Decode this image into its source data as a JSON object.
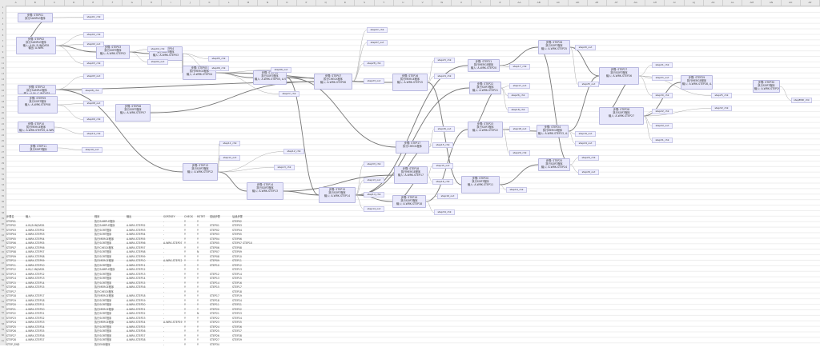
{
  "column_headers": [
    "A",
    "B",
    "C",
    "D",
    "E",
    "F",
    "G",
    "H",
    "I",
    "J",
    "K",
    "L",
    "M",
    "N",
    "O",
    "P",
    "Q",
    "R",
    "S",
    "T",
    "U",
    "V",
    "W",
    "X",
    "Y",
    "Z",
    "AA",
    "AB",
    "AC",
    "AD",
    "AE",
    "AF",
    "AG",
    "AH",
    "AI",
    "AJ",
    "AK",
    "AL",
    "AM",
    "AN",
    "AO",
    "AP"
  ],
  "nodes": [
    {
      "id": "s001",
      "lines": [
        "步骤: STEP01",
        "执行SAMPLE程序"
      ]
    },
    {
      "id": "s002",
      "lines": [
        "步骤: STEP02",
        "执行SAMPLE程序",
        "输入: A.IN, B.IN/DATA",
        "输出: A.WRK"
      ]
    },
    {
      "id": "s003",
      "lines": [
        "步骤: STEP03",
        "执行SORT程序",
        "输入: A.WRK.STEP02"
      ]
    },
    {
      "id": "s004",
      "lines": [
        "步骤: STEP04",
        "执行SORT程序",
        "输入: A.WRK.STEP03"
      ]
    },
    {
      "id": "s005",
      "lines": [
        "步骤: STEP05",
        "执行MERGE程序",
        "输入: A.WRK.STEP04"
      ]
    },
    {
      "id": "s006",
      "lines": [
        "步骤: STEP06",
        "执行SORT程序",
        "输入: A.WRK.STEP05, A.WRK.STEP07"
      ]
    },
    {
      "id": "s007",
      "lines": [
        "步骤: STEP07",
        "执行CHECK程序",
        "输入: A.WRK.STEP06"
      ]
    },
    {
      "id": "s008",
      "lines": [
        "步骤: STEP08",
        "执行SORT程序",
        "输入: A.WRK.STEP07"
      ]
    },
    {
      "id": "s009",
      "lines": [
        "步骤: STEP09",
        "执行SORT程序",
        "输入: A.WRK.STEP08"
      ]
    },
    {
      "id": "s010",
      "lines": [
        "步骤: STEP10",
        "执行MERGE程序",
        "输入: A.WRK.STEP09, A.WRK.STEP12"
      ]
    },
    {
      "id": "s011",
      "lines": [
        "步骤: STEP11",
        "执行SORT程序",
        "输入: A.WRK.STEP10"
      ]
    },
    {
      "id": "s012",
      "lines": [
        "步骤: STEP12",
        "执行SAMPLE程序",
        "输入: A.IN, C.IN/DATA",
        "输出: A.WRK"
      ]
    },
    {
      "id": "s013",
      "lines": [
        "步骤: STEP13",
        "执行SORT程序",
        "输入: A.WRK.STEP12"
      ]
    },
    {
      "id": "s014",
      "lines": [
        "步骤: STEP14",
        "执行SORT程序",
        "输入: A.WRK.STEP13"
      ]
    },
    {
      "id": "s015",
      "lines": [
        "步骤: STEP15",
        "执行SORT程序",
        "输入: A.WRK.STEP14"
      ]
    },
    {
      "id": "s016",
      "lines": [
        "步骤: STEP16",
        "执行MERGE程序",
        "输入: A.WRK.STEP15"
      ]
    },
    {
      "id": "s017",
      "lines": [
        "步骤: STEP17",
        "执行CHECK程序"
      ]
    },
    {
      "id": "s018",
      "lines": [
        "步骤: STEP18",
        "执行MERGE程序",
        "输入: A.WRK.STEP17"
      ]
    },
    {
      "id": "s019",
      "lines": [
        "步骤: STEP19",
        "执行SORT程序",
        "输入: A.WRK.STEP18"
      ]
    },
    {
      "id": "s020",
      "lines": [
        "步骤: STEP20",
        "执行SORT程序",
        "输入: A.WRK.STEP11"
      ]
    },
    {
      "id": "s021",
      "lines": [
        "步骤: STEP21",
        "执行MERGE程序",
        "输入: A.WRK.STEP20"
      ]
    },
    {
      "id": "s022",
      "lines": [
        "步骤: STEP22",
        "执行SORT程序",
        "输入: A.WRK.STEP21"
      ]
    },
    {
      "id": "s023",
      "lines": [
        "步骤: STEP23",
        "执行SORT程序",
        "输入: A.WRK.STEP22"
      ]
    },
    {
      "id": "s024",
      "lines": [
        "步骤: STEP24",
        "执行MERGE程序",
        "输入: A.WRK.STEP23, A.WRK.STEP19"
      ]
    },
    {
      "id": "s025",
      "lines": [
        "步骤: STEP25",
        "执行SORT程序",
        "输入: A.WRK.STEP24"
      ]
    },
    {
      "id": "s026",
      "lines": [
        "步骤: STEP26",
        "执行SORT程序",
        "输入: A.WRK.STEP25"
      ]
    },
    {
      "id": "s027",
      "lines": [
        "步骤: STEP27",
        "执行SORT程序",
        "输入: A.WRK.STEP26"
      ]
    },
    {
      "id": "s028",
      "lines": [
        "步骤: STEP28",
        "执行SORT程序",
        "输入: A.WRK.STEP27"
      ]
    },
    {
      "id": "s029",
      "lines": [
        "步骤: STEP29",
        "执行MERGE程序",
        "输入: A.WRK.STEP28, A.WRK.STEP32"
      ]
    },
    {
      "id": "s030",
      "lines": [
        "步骤: STEP30",
        "执行SORT程序",
        "输入: A.WRK.STEP29"
      ]
    },
    {
      "id": "s031",
      "lines": [
        "步骤: STEP31",
        "执行SORT程序",
        "输入: A.WRK.STEP30"
      ]
    },
    {
      "id": "s032",
      "lines": [
        "步骤: STEP32",
        "执行MERGE程序",
        "输入: A.WRK.STEP30, A.WRK.STEP31"
      ]
    },
    {
      "id": "s033",
      "lines": [
        "步骤: STEP33",
        "执行SORT程序",
        "输入: A.WRK.STEP32"
      ]
    },
    {
      "id": "s034",
      "lines": [
        "步骤: STEP34",
        "执行SORT程序",
        "输入: A.WRK.STEP33"
      ]
    },
    {
      "id": "s035",
      "lines": [
        "步骤: STEP_END",
        "执行END程序",
        "输入: A.WRK.STEP34"
      ]
    }
  ],
  "leaves": [
    "step01_chk",
    "step02_chk",
    "step02_out",
    "step03_chk",
    "step03_out",
    "step04_chk",
    "step04_out",
    "step05_chk",
    "step06_chk",
    "step06_out",
    "step07_chk",
    "step07_out",
    "step08_chk",
    "step08_out",
    "step09_chk",
    "step10_chk",
    "step10_out",
    "step11_chk",
    "step11_out",
    "step12_chk",
    "step13_chk",
    "step13_out",
    "step14_chk",
    "step14_out",
    "step15_chk",
    "step15_out",
    "step16_chk",
    "step16_out",
    "step17_chk",
    "step17_out",
    "step18_chk",
    "step18_out",
    "step19_chk",
    "step19_out",
    "step20_chk",
    "step20_out",
    "step21_chk",
    "step21_out",
    "step22_chk",
    "step22_out",
    "step23_chk",
    "step23_out",
    "step24_chk",
    "step24_out",
    "step25_chk",
    "step25_out",
    "step26_chk",
    "step26_out",
    "step27_chk",
    "step28_chk",
    "step29_chk",
    "step29_out",
    "step30_chk",
    "step31_chk",
    "step32_chk",
    "step33_chk",
    "step34_chk",
    "stepEND_chk"
  ],
  "table": {
    "headers": [
      "步骤名",
      "输入",
      "",
      "",
      "程序",
      "输出",
      "SORTKEY",
      "CHECK",
      "RSTRT",
      "前续步骤",
      "后续步骤"
    ],
    "rows": [
      [
        "STEP01",
        "",
        "",
        "",
        "执行SAMPLE程序",
        "",
        "-",
        "Y",
        "Y",
        "",
        "STEP02"
      ],
      [
        "STEP02",
        "A.IN,B.IN/DATA",
        "",
        "",
        "执行SAMPLE程序",
        "A.WRK.STEP02",
        "-",
        "Y",
        "Y",
        "STEP01",
        "STEP03"
      ],
      [
        "STEP03",
        "A.WRK.STEP02",
        "",
        "",
        "执行SORT程序",
        "A.WRK.STEP03",
        "-",
        "Y",
        "Y",
        "STEP02",
        "STEP04"
      ],
      [
        "STEP04",
        "A.WRK.STEP03",
        "",
        "",
        "执行SORT程序",
        "A.WRK.STEP04",
        "-",
        "Y",
        "Y",
        "STEP03",
        "STEP05"
      ],
      [
        "STEP05",
        "A.WRK.STEP04",
        "",
        "",
        "执行MERGE程序",
        "A.WRK.STEP05",
        "-",
        "Y",
        "Y",
        "STEP04",
        "STEP06"
      ],
      [
        "STEP06",
        "A.WRK.STEP05",
        "",
        "",
        "执行SORT程序",
        "A.WRK.STEP06",
        "A.WRK.STEP07",
        "Y",
        "Y",
        "STEP05",
        "STEP07 STEP10"
      ],
      [
        "STEP07",
        "A.WRK.STEP06",
        "",
        "",
        "执行CHECK程序",
        "A.WRK.STEP07",
        "-",
        "Y",
        "Y",
        "STEP06",
        "STEP08"
      ],
      [
        "STEP08",
        "A.WRK.STEP07",
        "",
        "",
        "执行SORT程序",
        "A.WRK.STEP08",
        "-",
        "Y",
        "N",
        "STEP07",
        "STEP09"
      ],
      [
        "STEP09",
        "A.WRK.STEP08",
        "",
        "",
        "执行SORT程序",
        "A.WRK.STEP09",
        "-",
        "Y",
        "Y",
        "STEP08",
        "STEP10"
      ],
      [
        "STEP10",
        "A.WRK.STEP09",
        "",
        "",
        "执行MERGE程序",
        "A.WRK.STEP10",
        "A.WRK.STEP12",
        "Y",
        "Y",
        "STEP09",
        "STEP11"
      ],
      [
        "STEP11",
        "A.WRK.STEP10",
        "",
        "",
        "执行SORT程序",
        "A.WRK.STEP11",
        "-",
        "Y",
        "Y",
        "STEP10",
        "STEP12"
      ],
      [
        "STEP12",
        "A.IN,C.IN/DATA",
        "",
        "",
        "执行SAMPLE程序",
        "A.WRK.STEP12",
        "-",
        "Y",
        "Y",
        "",
        "STEP13"
      ],
      [
        "STEP13",
        "A.WRK.STEP12",
        "",
        "",
        "执行SORT程序",
        "A.WRK.STEP13",
        "-",
        "Y",
        "Y",
        "STEP12",
        "STEP14"
      ],
      [
        "STEP14",
        "A.WRK.STEP13",
        "",
        "",
        "执行SORT程序",
        "A.WRK.STEP14",
        "-",
        "Y",
        "Y",
        "STEP13",
        "STEP15"
      ],
      [
        "STEP15",
        "A.WRK.STEP14",
        "",
        "",
        "执行SORT程序",
        "A.WRK.STEP15",
        "-",
        "Y",
        "Y",
        "STEP14",
        "STEP16"
      ],
      [
        "STEP16",
        "A.WRK.STEP15",
        "",
        "",
        "执行MERGE程序",
        "A.WRK.STEP16",
        "-",
        "Y",
        "Y",
        "STEP15",
        "STEP17"
      ],
      [
        "STEP17",
        "",
        "",
        "",
        "执行CHECK程序",
        "",
        "-",
        "Y",
        "Y",
        "",
        "STEP18"
      ],
      [
        "STEP18",
        "A.WRK.STEP17",
        "",
        "",
        "执行MERGE程序",
        "A.WRK.STEP18",
        "-",
        "Y",
        "Y",
        "STEP17",
        "STEP19"
      ],
      [
        "STEP19",
        "A.WRK.STEP18",
        "",
        "",
        "执行SORT程序",
        "A.WRK.STEP19",
        "-",
        "Y",
        "Y",
        "STEP18",
        "STEP24"
      ],
      [
        "STEP20",
        "A.WRK.STEP11",
        "",
        "",
        "执行SORT程序",
        "A.WRK.STEP20",
        "-",
        "Y",
        "Y",
        "STEP11",
        "STEP21"
      ],
      [
        "STEP21",
        "A.WRK.STEP20",
        "",
        "",
        "执行MERGE程序",
        "A.WRK.STEP21",
        "-",
        "Y",
        "Y",
        "STEP20",
        "STEP22"
      ],
      [
        "STEP22",
        "A.WRK.STEP21",
        "",
        "",
        "执行SORT程序",
        "A.WRK.STEP22",
        "-",
        "Y",
        "N",
        "STEP21",
        "STEP23"
      ],
      [
        "STEP23",
        "A.WRK.STEP22",
        "",
        "",
        "执行SORT程序",
        "A.WRK.STEP23",
        "-",
        "Y",
        "Y",
        "STEP22",
        "STEP24"
      ],
      [
        "STEP24",
        "A.WRK.STEP23",
        "",
        "",
        "执行MERGE程序",
        "A.WRK.STEP24",
        "A.WRK.STEP19",
        "Y",
        "Y",
        "STEP23",
        "STEP25"
      ],
      [
        "STEP25",
        "A.WRK.STEP24",
        "",
        "",
        "执行SORT程序",
        "A.WRK.STEP25",
        "-",
        "Y",
        "Y",
        "STEP24",
        "STEP26"
      ],
      [
        "STEP26",
        "A.WRK.STEP25",
        "",
        "",
        "执行SORT程序",
        "A.WRK.STEP26",
        "-",
        "Y",
        "Y",
        "STEP25",
        "STEP27"
      ],
      [
        "STEP27",
        "A.WRK.STEP26",
        "",
        "",
        "执行SORT程序",
        "A.WRK.STEP27",
        "-",
        "Y",
        "Y",
        "STEP26",
        "STEP28"
      ],
      [
        "STEP28",
        "A.WRK.STEP27",
        "",
        "",
        "执行SORT程序",
        "A.WRK.STEP28",
        "-",
        "Y",
        "Y",
        "STEP27",
        "STEP29"
      ],
      [
        "STEP_END",
        "",
        "",
        "",
        "执行END程序",
        "",
        "-",
        "Y",
        "Y",
        "STEP34",
        ""
      ]
    ]
  }
}
